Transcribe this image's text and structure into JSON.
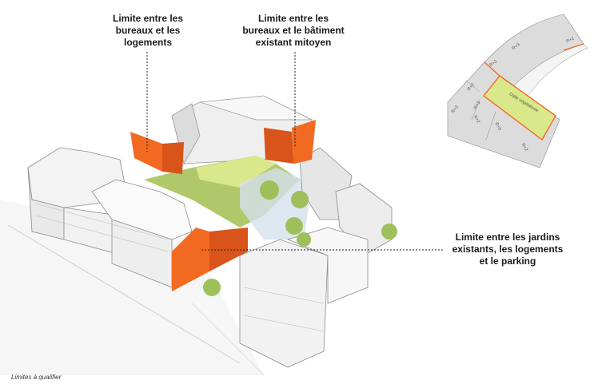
{
  "annotations": {
    "offices_housing": [
      "Limite entre les",
      "bureaux et les",
      "logements"
    ],
    "offices_party_building": [
      "Limite entre les",
      "bureaux et le bâtiment",
      "existant mitoyen"
    ],
    "gardens_housing_parking": [
      "Limite entre les jardins",
      "existants, les logements",
      "et le parking"
    ]
  },
  "caption": "Limites à qualifier",
  "inset_plan": {
    "slab_label": "Dalle végétalisée",
    "zone_labels": [
      "R+3",
      "R+2",
      "R+2",
      "R+3",
      "R+2",
      "R+3",
      "R+2",
      "R+3",
      "R+2"
    ]
  },
  "colors": {
    "limit_orange": "#f26a21",
    "slab_green": "#d9e88a",
    "garden_green": "#a8c25a",
    "building_grey": "#e6e6e6"
  }
}
